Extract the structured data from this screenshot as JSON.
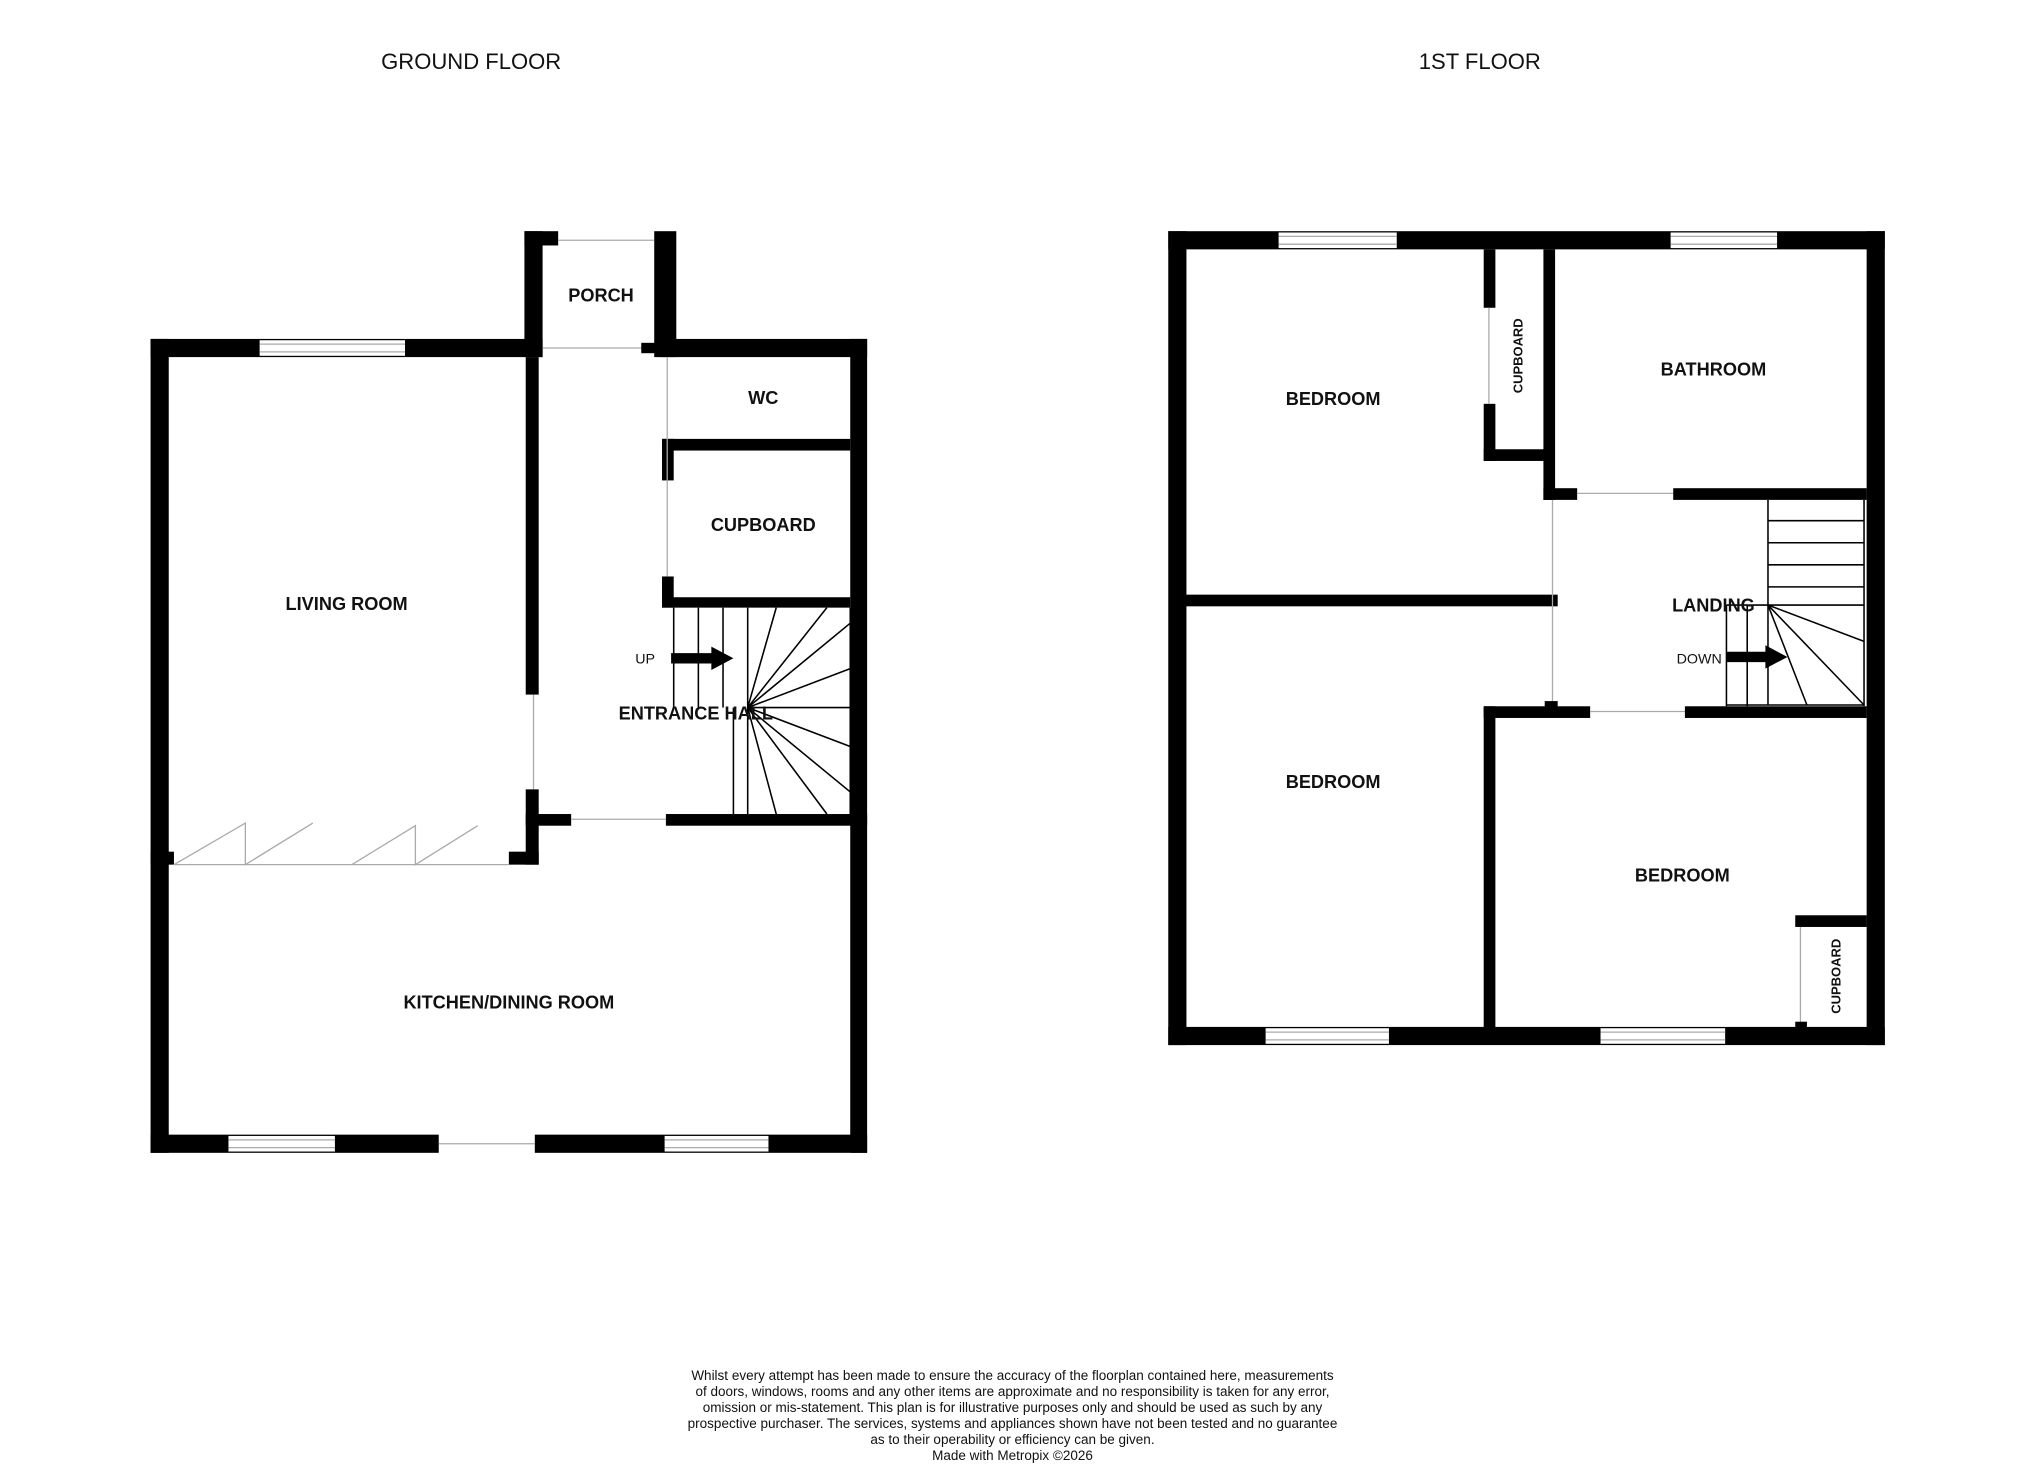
{
  "ground_floor": {
    "title": "GROUND FLOOR",
    "rooms": {
      "porch": "PORCH",
      "wc": "WC",
      "cupboard": "CUPBOARD",
      "living_room": "LIVING ROOM",
      "entrance_hall": "ENTRANCE HALL",
      "kitchen_dining": "KITCHEN/DINING ROOM"
    },
    "stairs_label": "UP"
  },
  "first_floor": {
    "title": "1ST FLOOR",
    "rooms": {
      "bedroom_1": "BEDROOM",
      "cupboard_1": "CUPBOARD",
      "bathroom": "BATHROOM",
      "landing": "LANDING",
      "bedroom_2": "BEDROOM",
      "bedroom_3": "BEDROOM",
      "cupboard_2": "CUPBOARD"
    },
    "stairs_label": "DOWN"
  },
  "disclaimer": {
    "lines": [
      "Whilst every attempt has been made to ensure the accuracy of the floorplan contained here, measurements",
      "of doors, windows, rooms and any other items are approximate and no responsibility is taken for any error,",
      "omission or mis-statement. This plan is for illustrative purposes only and should be used as such by any",
      "prospective purchaser. The services, systems and appliances shown have not been tested and no guarantee",
      "as to their operability or efficiency can be given."
    ],
    "credit": "Made with Metropix ©2026"
  }
}
